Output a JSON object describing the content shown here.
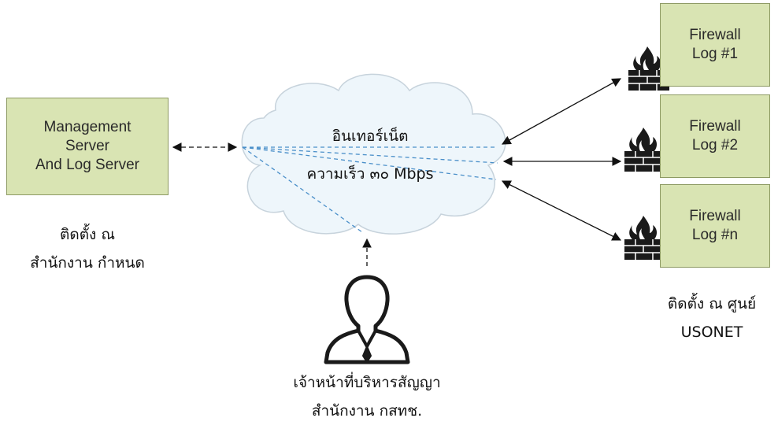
{
  "management_box": {
    "lines": [
      "Management",
      "Server",
      "And Log Server"
    ]
  },
  "management_caption": {
    "lines": [
      "ติดตั้ง ณ",
      "สำนักงาน กำหนด"
    ]
  },
  "cloud": {
    "line1": "อินเทอร์เน็ต",
    "line2": "ความเร็ว ๓๐ Mbps"
  },
  "firewalls": [
    {
      "line1": "Firewall",
      "line2": "Log #1"
    },
    {
      "line1": "Firewall",
      "line2": "Log #2"
    },
    {
      "line1": "Firewall",
      "line2": "Log #n"
    }
  ],
  "firewall_caption": {
    "lines": [
      "ติดตั้ง ณ ศูนย์",
      "USONET"
    ]
  },
  "person_caption": {
    "lines": [
      "เจ้าหน้าที่บริหารสัญญา",
      "สำนักงาน กสทช."
    ]
  },
  "colors": {
    "box_fill": "#d9e4b3",
    "box_border": "#8d9a63",
    "cloud_fill": "#eef6fb",
    "cloud_stroke": "#c7d3dc",
    "dashed_link": "#4a8fc9",
    "firewall_icon": "#1a1a1a"
  },
  "icons": {
    "firewall": "firewall-icon",
    "person": "user-icon"
  }
}
